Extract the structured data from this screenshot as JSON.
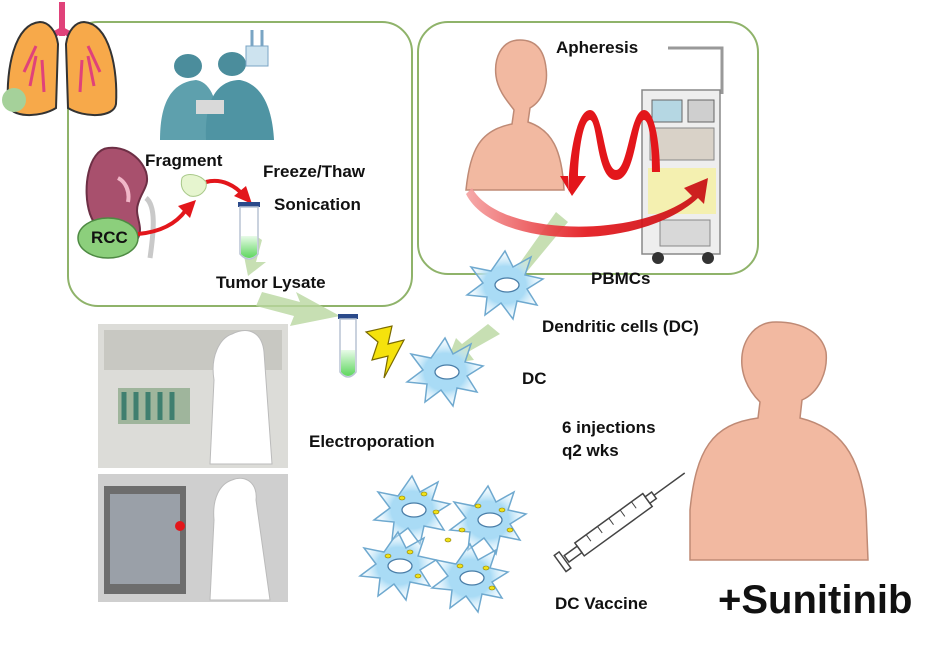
{
  "labels": {
    "fragment": "Fragment",
    "freeze_thaw": "Freeze/Thaw",
    "sonication": "Sonication",
    "rcc": "RCC",
    "tumor_lysate": "Tumor Lysate",
    "apheresis": "Apheresis",
    "pbmcs": "PBMCs",
    "dendritic_cells": "Dendritic cells (DC)",
    "dc": "DC",
    "electroporation": "Electroporation",
    "injections_line1": "6 injections",
    "injections_line2": "q2 wks",
    "dc_vaccine": "DC Vaccine",
    "sunitinib": "+Sunitinib"
  },
  "colors": {
    "panel_border": "#8fb36a",
    "red_arrow": "#e3161b",
    "green_arrow": "#b9d7a0",
    "cell_fill": "#9fd4f0",
    "cell_glow": "#cfe9fa",
    "body_skin": "#f2b9a1",
    "lightning": "#f5e20c",
    "kidney": "#a8506d",
    "rcc_fill": "#8ccf7c"
  },
  "icons": [
    "lungs-icon",
    "surgeons-photo",
    "kidney-icon",
    "test-tube-icon",
    "apheresis-machine-icon",
    "syringe-icon",
    "lightning-icon",
    "human-torso-icon",
    "dendritic-cell-icon",
    "lab-photo"
  ]
}
